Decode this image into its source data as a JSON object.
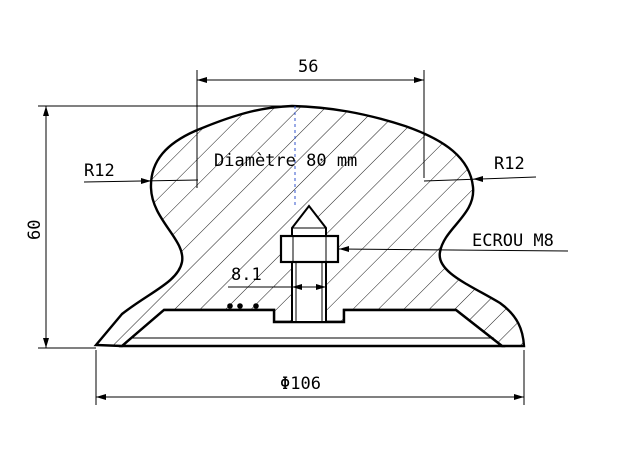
{
  "drawing": {
    "dimensions": {
      "top_width": "56",
      "height": "60",
      "radius_left": "R12",
      "radius_right": "R12",
      "hole": "8.1",
      "base_diameter": "Φ106"
    },
    "notes": {
      "diameter_note": "Diamètre 80 mm",
      "nut_label": "ECROU M8"
    }
  }
}
